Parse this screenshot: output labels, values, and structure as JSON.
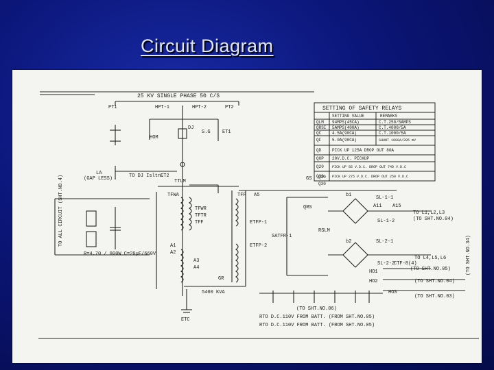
{
  "slide": {
    "title": "Circuit Diagram"
  },
  "diagram": {
    "heading": "25 KV SINGLE PHASE 50 C/S",
    "labels": {
      "pt1": "PT1",
      "hpt1": "HPT-1",
      "hpt2": "HPT-2",
      "pt2": "PT2",
      "dj": "DJ",
      "et1": "ET1",
      "sg": "S.G",
      "hom": "HOM",
      "la": "LA",
      "gap_less": "(GAP LESS)",
      "et2": "ET2",
      "isolating": "TO DJ Isltn.",
      "ttlm": "TTLM",
      "tfwa": "TFWA",
      "tfp": "TFP",
      "tfwr": "TFWR",
      "tftr": "TFTR",
      "tff": "TFF",
      "gr": "GR",
      "kva": "5400 KVA",
      "etc": "ETC",
      "qrs": "QRS",
      "rslm": "RSLM",
      "gs": "GS",
      "aux": "A5",
      "cap_note": "R=4.70 / 800W C=20µF/660V",
      "left_note": "TO ALL CIRCUIT (SHT.NO.4)",
      "ep1": "ETFP-1",
      "ep2": "ETFP-2",
      "stfr": "SATFR-1",
      "to_l1": "TO L1,L2,L3",
      "to_sht04": "(TO SHT.NO.04)",
      "to_l4": "TO L4,L5,L6",
      "to_sht05": "(TO SHT.NO.05)",
      "to_sht06": "(TO SHT.NO.06)",
      "to_sht03": "(TO SHT.NO.03)",
      "to_sht04b": "(TO SHT.NO.04)",
      "right_vert": "(TO SHT.NO.34)",
      "bat1": "RTO  D.C.110V FROM BATT. (FROM SHT.NO.05)",
      "bat2": "RTO  D.C.110V FROM BATT. (FROM SHT.NO.05)",
      "ho1": "HO1",
      "ho2": "HO2",
      "hos": "HOS",
      "a1": "A1",
      "a2": "A2",
      "a3": "A3",
      "a4": "A4",
      "a11": "A11",
      "a15": "A15",
      "b1": "b1",
      "b2": "b2",
      "sl11": "SL-1-1",
      "sl12": "SL-1-2",
      "sl21": "SL-2-1",
      "sl22": "SL-2-2",
      "ctf": "CTF-8(4)",
      "q20": "Q20",
      "q30": "Q30"
    },
    "relay_table": {
      "title": "SETTING OF SAFETY RELAYS",
      "headers": [
        "",
        "SETTING VALUE",
        "REMARKS"
      ],
      "rows": [
        [
          "QLM",
          "94MPS(45CA)",
          "C.T.250/5AMPS"
        ],
        [
          "QRSI",
          "5AMPS(400A)",
          "C.T.4000/5A"
        ],
        [
          "QC",
          "4.5A(90CA)",
          "C.T.1000/5A"
        ],
        [
          "QF",
          "5.0A(90CA)",
          "SHUNT 1000A/285 mV"
        ],
        [
          "QD",
          "PICK UP 125A DROP OUT 80A",
          ""
        ],
        [
          "QOP",
          "20V.D.C. PICKUP",
          ""
        ],
        [
          "Q20",
          "PICK UP 85 V.D.C. DROP OUT 74D V.D.C",
          ""
        ],
        [
          "Q30",
          "PICK UP 275 V.D.C. DROP OUT 250 V.D.C",
          ""
        ]
      ]
    }
  }
}
